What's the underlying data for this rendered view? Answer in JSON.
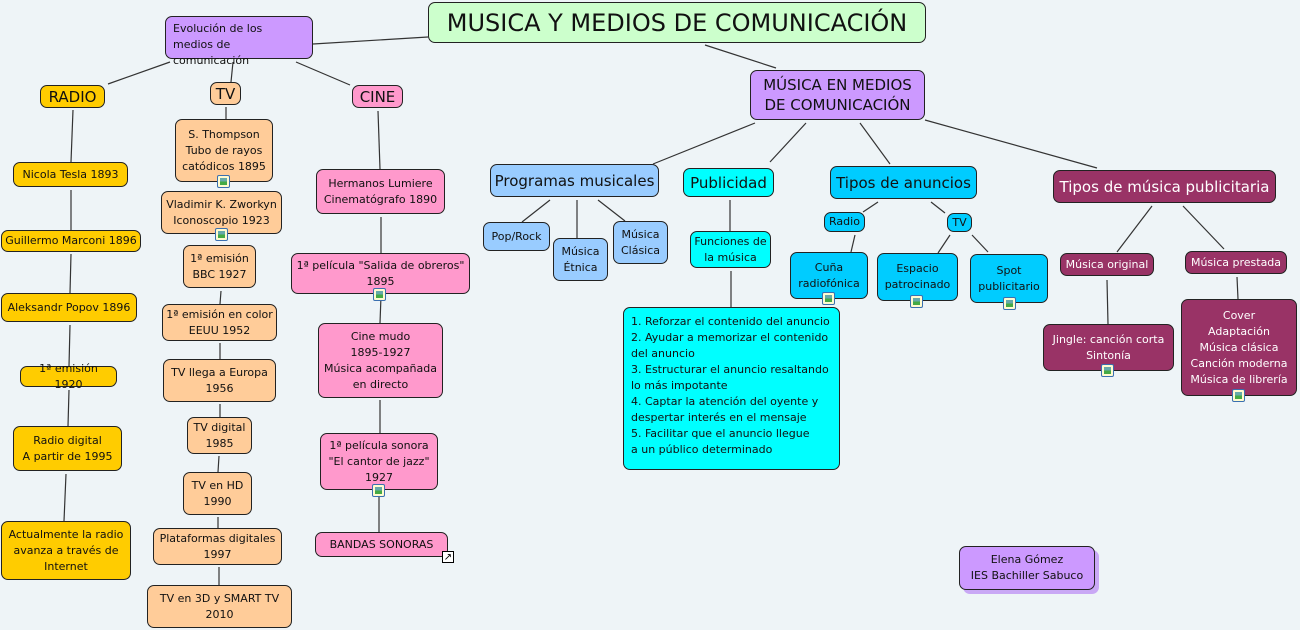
{
  "title": "MUSICA Y MEDIOS DE COMUNICACIÓN",
  "evolucion": "Evolución de los\nmedios de comunicación",
  "radio": {
    "label": "RADIO",
    "items": [
      "Nicola Tesla 1893",
      "Guillermo Marconi 1896",
      "Aleksandr Popov 1896",
      "1ª emisión 1920",
      "Radio digital\nA partir de 1995",
      "Actualmente la radio\navanza a través de\nInternet"
    ]
  },
  "tv": {
    "label": "TV",
    "items": [
      "S. Thompson\nTubo de rayos\ncatódicos 1895",
      "Vladimir K. Zworkyn\nIconoscopio 1923",
      "1ª emisión\nBBC 1927",
      "1ª emisión en color\nEEUU 1952",
      "TV llega a Europa\n1956",
      "TV digital\n1985",
      "TV en HD\n1990",
      "Plataformas digitales\n1997",
      "TV en 3D y SMART TV\n2010"
    ]
  },
  "cine": {
    "label": "CINE",
    "items": [
      "Hermanos Lumiere\nCinematógrafo 1890",
      "1ª película \"Salida de obreros\"\n1895",
      "Cine mudo\n1895-1927\nMúsica acompañada\nen directo",
      "1ª película sonora\n\"El cantor de jazz\"\n1927",
      "BANDAS SONORAS"
    ]
  },
  "musica_medios": "MÚSICA EN MEDIOS\nDE COMUNICACIÓN",
  "programas": {
    "label": "Programas musicales",
    "items": [
      "Pop/Rock",
      "Música\nÉtnica",
      "Música\nClásica"
    ]
  },
  "publicidad": {
    "label": "Publicidad",
    "funciones": "Funciones de\nla música",
    "lista": "1. Reforzar el contenido del anuncio\n2. Ayudar a memorizar el contenido\ndel anuncio\n3. Estructurar el anuncio resaltando\n lo más impotante\n4. Captar la atención del oyente y\ndespertar interés en el mensaje\n5. Facilitar que el anuncio llegue\na un público determinado"
  },
  "anuncios": {
    "label": "Tipos de anuncios",
    "radio": "Radio",
    "tv": "TV",
    "cuna": "Cuña\nradiofónica",
    "espacio": "Espacio\npatrocinado",
    "spot": "Spot\npublicitario"
  },
  "tipos_musica": {
    "label": "Tipos de música publicitaria",
    "original": "Música original",
    "prestada": "Música prestada",
    "jingle": "Jingle: canción corta\nSintonía",
    "prestada_lista": "Cover\nAdaptación\nMúsica clásica\nCanción moderna\nMúsica de librería"
  },
  "autor": "Elena Gómez\nIES Bachiller Sabuco",
  "colors": {
    "title": "#ccffcc",
    "purple": "#cc99ff",
    "radio": "#ffcc00",
    "tv": "#ffcc99",
    "cine": "#ff99cc",
    "programas": "#99ccff",
    "publicidad": "#00ffff",
    "anuncios": "#00ccff",
    "tipos_musica": "#993366"
  }
}
